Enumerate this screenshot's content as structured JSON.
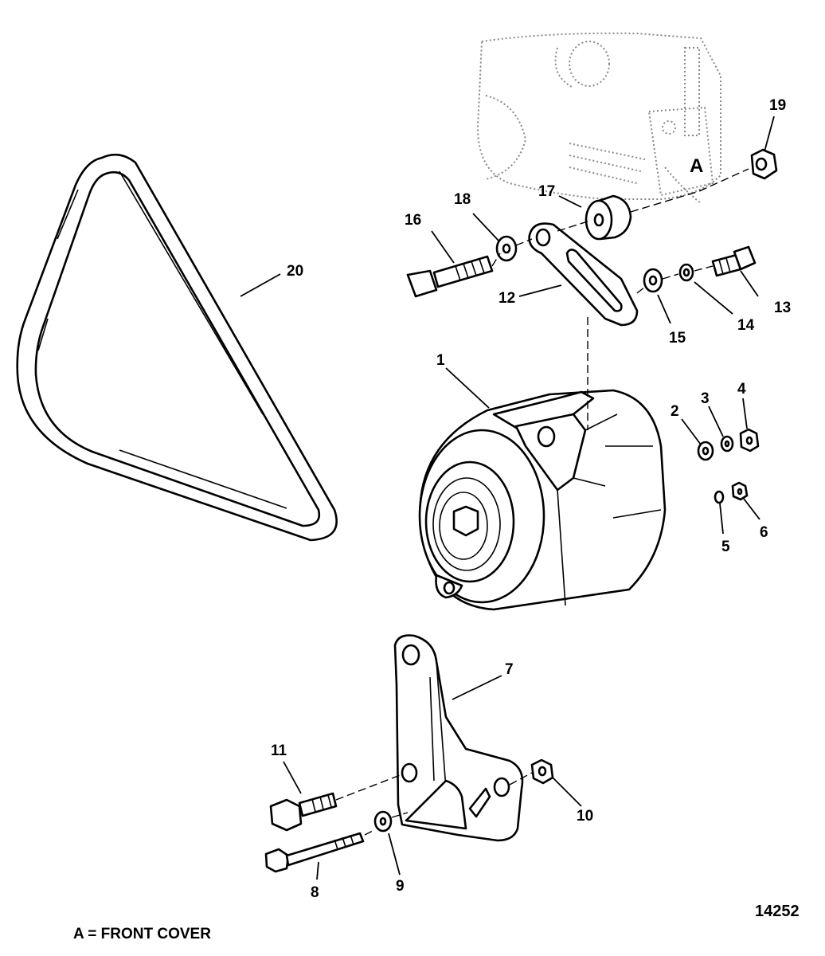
{
  "callouts": {
    "c1": "1",
    "c2": "2",
    "c3": "3",
    "c4": "4",
    "c5": "5",
    "c6": "6",
    "c7": "7",
    "c8": "8",
    "c9": "9",
    "c10": "10",
    "c11": "11",
    "c12": "12",
    "c13": "13",
    "c14": "14",
    "c15": "15",
    "c16": "16",
    "c17": "17",
    "c18": "18",
    "c19": "19",
    "c20": "20"
  },
  "reference_letter": "A",
  "legend": "A = FRONT COVER",
  "figure_number": "14252",
  "colors": {
    "line": "#000000",
    "background": "#ffffff",
    "ghost": "#888888"
  }
}
